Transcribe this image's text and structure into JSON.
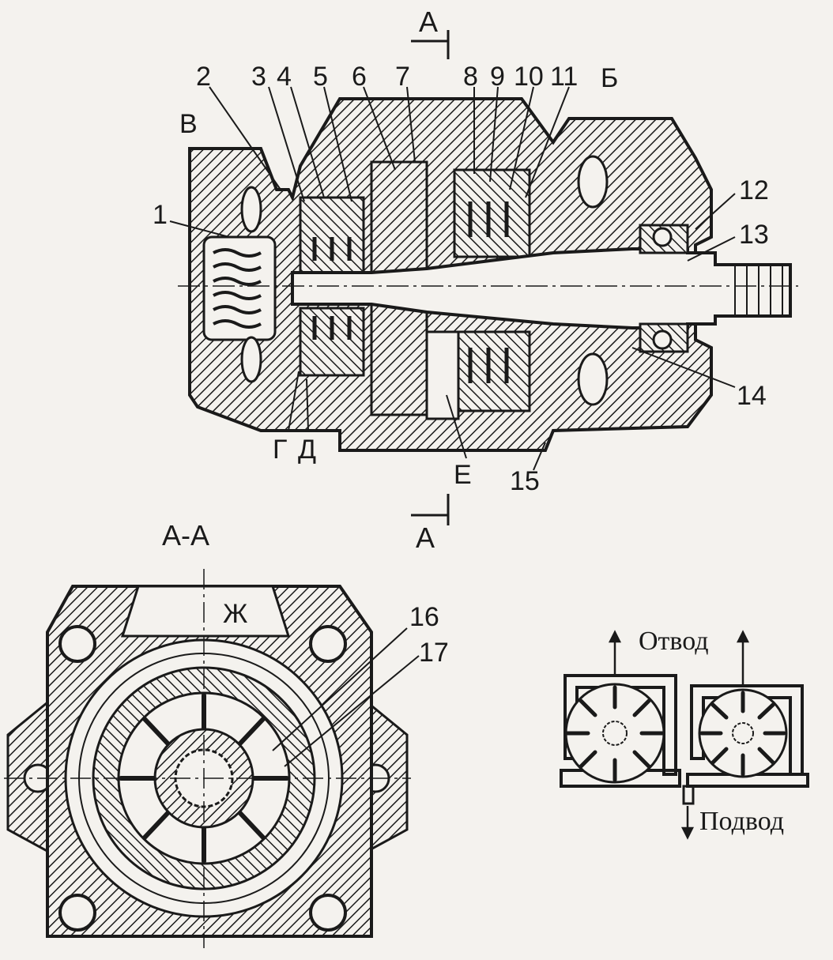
{
  "section_marks": {
    "top": "А",
    "bottom": "А"
  },
  "section_title": "А-А",
  "part_labels": [
    "1",
    "2",
    "3",
    "4",
    "5",
    "6",
    "7",
    "8",
    "9",
    "10",
    "11",
    "12",
    "13",
    "14",
    "15",
    "16",
    "17"
  ],
  "zone_labels": {
    "b": "Б",
    "v": "В",
    "g": "Г",
    "d": "Д",
    "e": "Е",
    "zh": "Ж"
  },
  "schematic": {
    "outlet": "Отвод",
    "inlet": "Подвод"
  },
  "colors": {
    "ink": "#1a1a1a",
    "paper": "#f4f2ee"
  }
}
